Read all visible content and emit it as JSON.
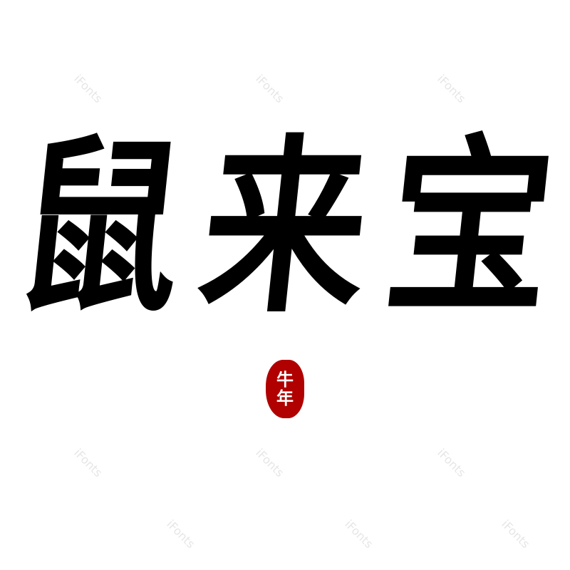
{
  "watermark": "iFonts",
  "title_chars": [
    "鼠",
    "来",
    "宝"
  ],
  "seal": {
    "chars": [
      "牛",
      "年"
    ],
    "color": "#b00000"
  },
  "ink_color": "#000000"
}
